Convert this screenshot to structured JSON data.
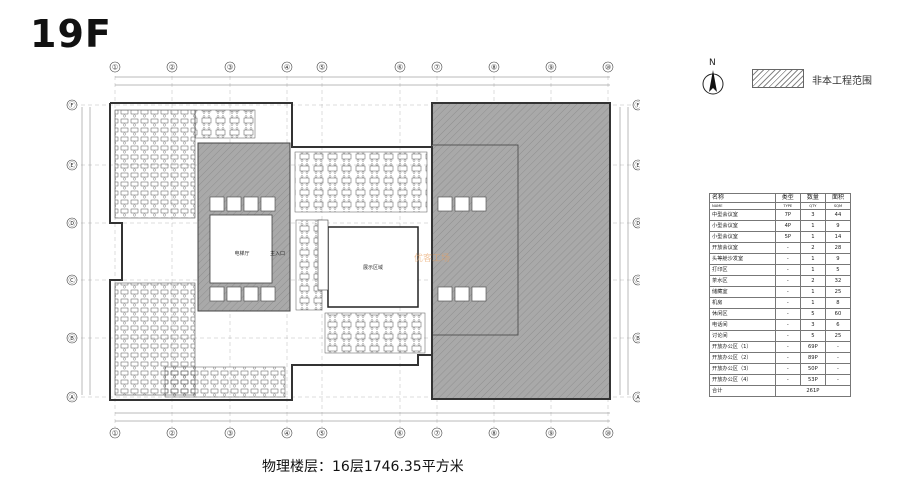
{
  "floor_label": "19F",
  "north_label": "N",
  "legend": {
    "label": "非本工程范围"
  },
  "grid": {
    "columns": [
      "①",
      "②",
      "③",
      "④",
      "⑤",
      "⑥",
      "⑦",
      "⑧",
      "⑨",
      "⑩"
    ],
    "rows": [
      "Ⓕ",
      "Ⓔ",
      "Ⓓ",
      "Ⓒ",
      "Ⓑ",
      "Ⓐ"
    ]
  },
  "plan_labels": {
    "core_left": "电梯厅",
    "entrance": "主入口",
    "exhibit": "展示区域",
    "watermark": "优客工场"
  },
  "caption": "物理楼层：16层1746.35平方米",
  "schedule": {
    "headers": [
      "名称",
      "类型",
      "数量",
      "面积"
    ],
    "subheaders": [
      "NAME",
      "TYPE",
      "QTY",
      "SQM"
    ],
    "rows": [
      [
        "中型会议室",
        "7P",
        "3",
        "44"
      ],
      [
        "小型会议室",
        "4P",
        "1",
        "9"
      ],
      [
        "小型会议室",
        "5P",
        "1",
        "14"
      ],
      [
        "开放会议室",
        "-",
        "2",
        "28"
      ],
      [
        "头等舱沙发室",
        "-",
        "1",
        "9"
      ],
      [
        "打印区",
        "-",
        "1",
        "5"
      ],
      [
        "茶水区",
        "-",
        "2",
        "32"
      ],
      [
        "储藏室",
        "-",
        "1",
        "25"
      ],
      [
        "机房",
        "-",
        "1",
        "8"
      ],
      [
        "休闲区",
        "-",
        "5",
        "60"
      ],
      [
        "电话间",
        "-",
        "3",
        "6"
      ],
      [
        "讨论间",
        "-",
        "5",
        "25"
      ],
      [
        "开放办公区（1）",
        "-",
        "69P",
        "-"
      ],
      [
        "开放办公区（2）",
        "-",
        "89P",
        "-"
      ],
      [
        "开放办公区（3）",
        "-",
        "50P",
        "-"
      ],
      [
        "开放办公区（4）",
        "-",
        "53P",
        "-"
      ]
    ],
    "total_label": "合计",
    "total_value": "261P"
  }
}
